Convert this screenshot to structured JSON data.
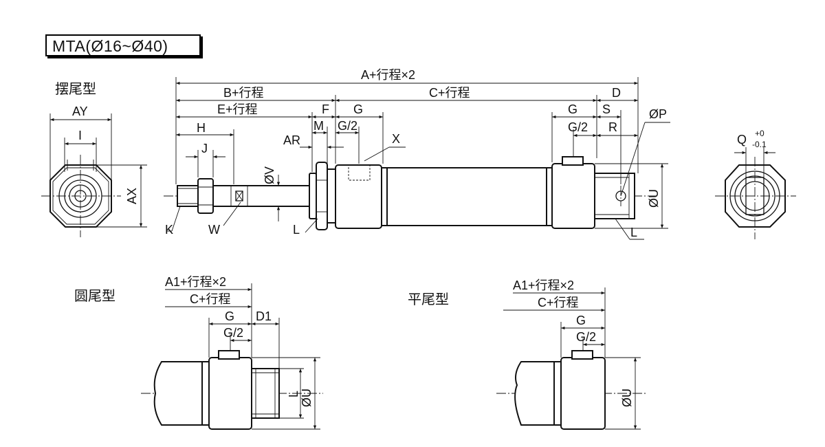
{
  "title": "MTA(Ø16~Ø40)",
  "sections": {
    "swing": "摆尾型",
    "round": "圆尾型",
    "flat": "平尾型"
  },
  "dims": {
    "a_stroke2": "A+行程×2",
    "b_stroke": "B+行程",
    "c_stroke": "C+行程",
    "e_stroke": "E+行程",
    "d": "D",
    "f": "F",
    "g": "G",
    "g2": "G/2",
    "m": "M",
    "s": "S",
    "r": "R",
    "h": "H",
    "j": "J",
    "ar": "AR",
    "x": "X",
    "ov": "ØV",
    "ou": "ØU",
    "op": "ØP",
    "k": "K",
    "w": "W",
    "l": "L",
    "ay": "AY",
    "i": "I",
    "ax": "AX",
    "q": "Q",
    "q_tol_up": "+0",
    "q_tol_low": "-0.1",
    "a1_stroke2": "A1+行程×2",
    "d1": "D1"
  }
}
